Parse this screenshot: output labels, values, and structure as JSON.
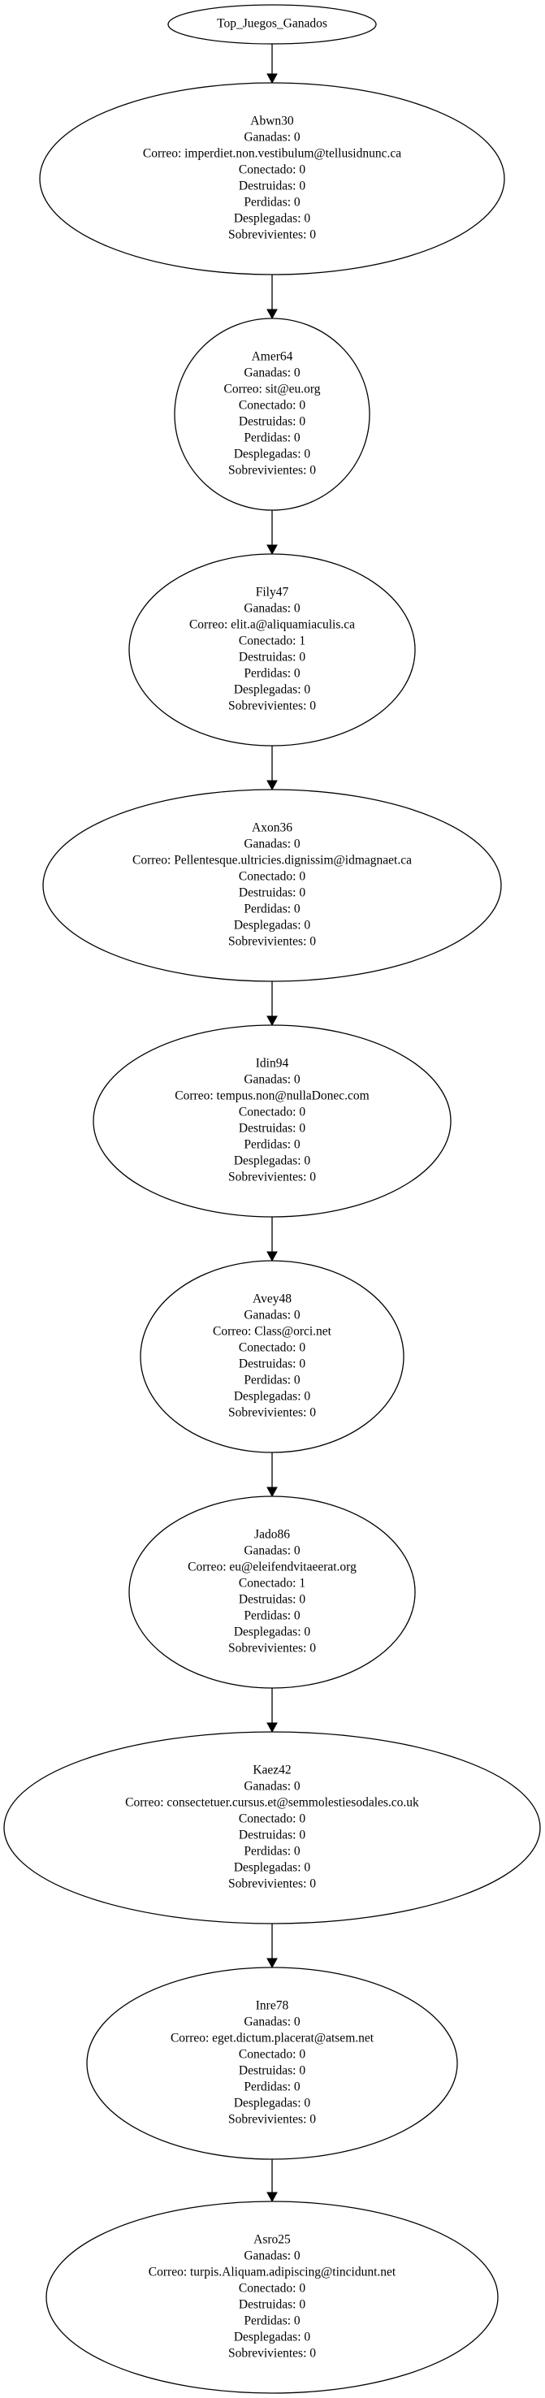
{
  "root": {
    "label": "Top_Juegos_Ganados"
  },
  "nodes": [
    {
      "name": "Abwn30",
      "lines": [
        "Ganadas: 0",
        "Correo: imperdiet.non.vestibulum@tellusidnunc.ca",
        "Conectado: 0",
        "Destruidas: 0",
        "Perdidas: 0",
        "Desplegadas: 0",
        "Sobrevivientes: 0"
      ]
    },
    {
      "name": "Amer64",
      "lines": [
        "Ganadas: 0",
        "Correo: sit@eu.org",
        "Conectado: 0",
        "Destruidas: 0",
        "Perdidas: 0",
        "Desplegadas: 0",
        "Sobrevivientes: 0"
      ]
    },
    {
      "name": "Fily47",
      "lines": [
        "Ganadas: 0",
        "Correo: elit.a@aliquamiaculis.ca",
        "Conectado: 1",
        "Destruidas: 0",
        "Perdidas: 0",
        "Desplegadas: 0",
        "Sobrevivientes: 0"
      ]
    },
    {
      "name": "Axon36",
      "lines": [
        "Ganadas: 0",
        "Correo: Pellentesque.ultricies.dignissim@idmagnaet.ca",
        "Conectado: 0",
        "Destruidas: 0",
        "Perdidas: 0",
        "Desplegadas: 0",
        "Sobrevivientes: 0"
      ]
    },
    {
      "name": "Idin94",
      "lines": [
        "Ganadas: 0",
        "Correo: tempus.non@nullaDonec.com",
        "Conectado: 0",
        "Destruidas: 0",
        "Perdidas: 0",
        "Desplegadas: 0",
        "Sobrevivientes: 0"
      ]
    },
    {
      "name": "Avey48",
      "lines": [
        "Ganadas: 0",
        "Correo: Class@orci.net",
        "Conectado: 0",
        "Destruidas: 0",
        "Perdidas: 0",
        "Desplegadas: 0",
        "Sobrevivientes: 0"
      ]
    },
    {
      "name": "Jado86",
      "lines": [
        "Ganadas: 0",
        "Correo: eu@eleifendvitaeerat.org",
        "Conectado: 1",
        "Destruidas: 0",
        "Perdidas: 0",
        "Desplegadas: 0",
        "Sobrevivientes: 0"
      ]
    },
    {
      "name": "Kaez42",
      "lines": [
        "Ganadas: 0",
        "Correo: consectetuer.cursus.et@semmolestiesodales.co.uk",
        "Conectado: 0",
        "Destruidas: 0",
        "Perdidas: 0",
        "Desplegadas: 0",
        "Sobrevivientes: 0"
      ]
    },
    {
      "name": "Inre78",
      "lines": [
        "Ganadas: 0",
        "Correo: eget.dictum.placerat@atsem.net",
        "Conectado: 0",
        "Destruidas: 0",
        "Perdidas: 0",
        "Desplegadas: 0",
        "Sobrevivientes: 0"
      ]
    },
    {
      "name": "Asro25",
      "lines": [
        "Ganadas: 0",
        "Correo: turpis.Aliquam.adipiscing@tincidunt.net",
        "Conectado: 0",
        "Destruidas: 0",
        "Perdidas: 0",
        "Desplegadas: 0",
        "Sobrevivientes: 0"
      ]
    }
  ]
}
